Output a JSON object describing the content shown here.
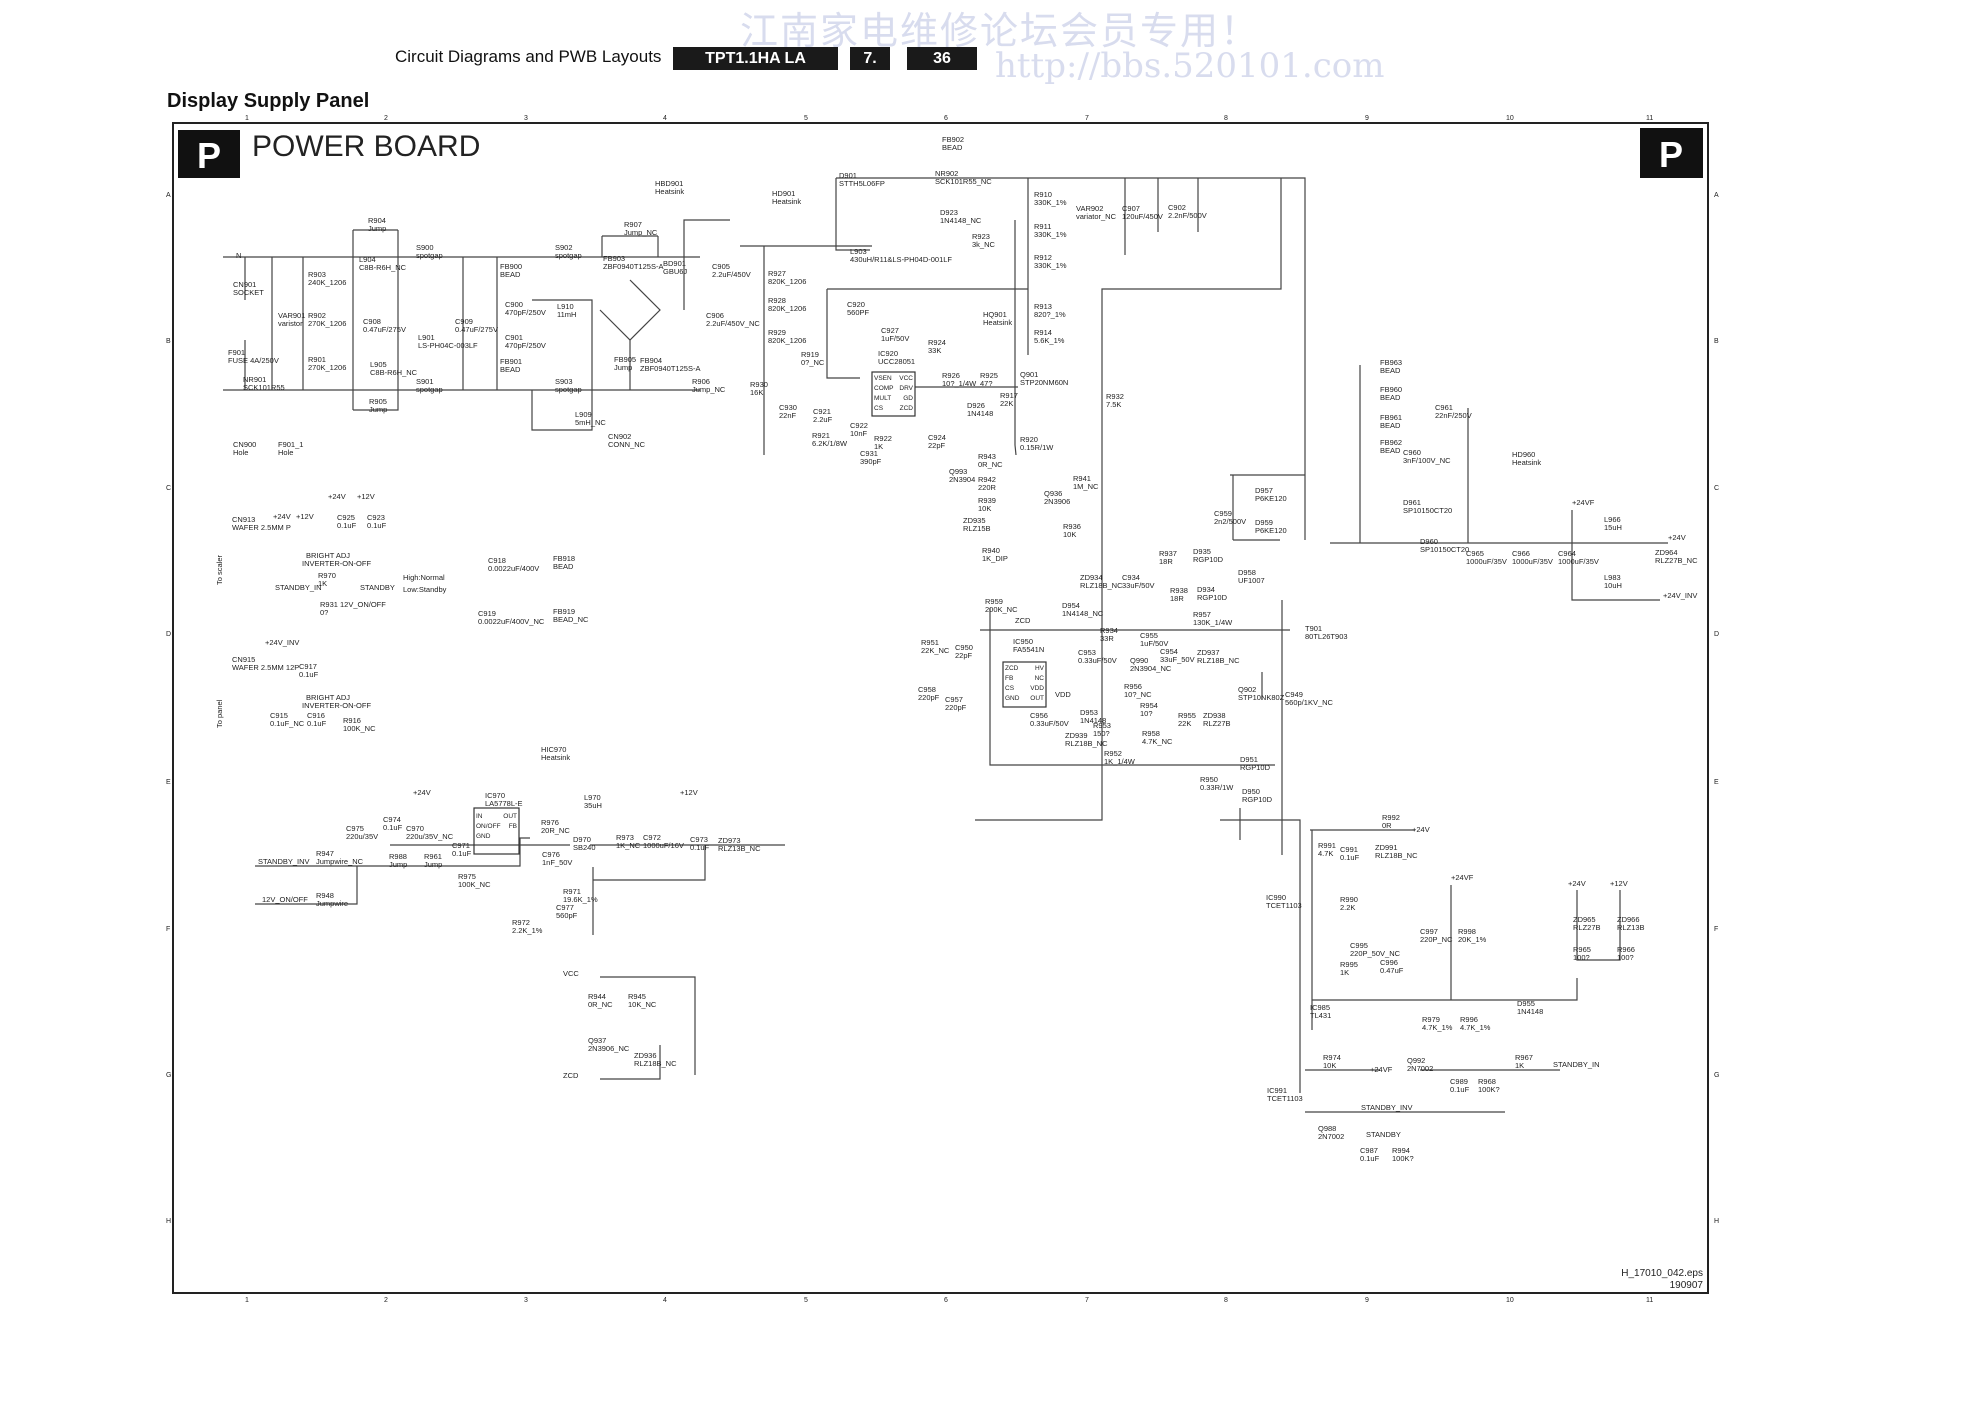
{
  "header": {
    "doc_section": "Circuit Diagrams and PWB Layouts",
    "model": "TPT1.1HA LA",
    "chapter": "7.",
    "page": "36"
  },
  "watermark": {
    "line1": "江南家电维修论坛会员专用！",
    "line2": "http://bbs.520101.com"
  },
  "section_title": "Display Supply Panel",
  "board": {
    "badge": "P",
    "title": "POWER BOARD",
    "file": "H_17010_042.eps",
    "date": "190907",
    "grid_columns": [
      "1",
      "2",
      "3",
      "4",
      "5",
      "6",
      "7",
      "8",
      "9",
      "10",
      "11"
    ],
    "grid_rows": [
      "A",
      "B",
      "C",
      "D",
      "E",
      "F",
      "G",
      "H"
    ]
  },
  "components": {
    "CN901": "SOCKET",
    "VAR901": "varistor",
    "R903": "240K_1206",
    "R902": "270K_1206",
    "R901": "270K_1206",
    "F901": "FUSE 4A/250V",
    "NR901": "SCK101R55",
    "R904": "Jump",
    "L904": "C8B-R6H_NC",
    "C908": "0.47uF/275V",
    "L901": "LS-PH04C-003LF",
    "S900": "spotgap",
    "L905": "C8B-R6H_NC",
    "R905": "Jump",
    "S901": "spotgap",
    "C909": "0.47uF/275V",
    "FB900": "BEAD",
    "C900": "470pF/250V",
    "C901": "470pF/250V",
    "FB901": "BEAD",
    "S902": "spotgap",
    "L910": "11mH",
    "S903": "spotgap",
    "L909": "5mH_NC",
    "FB905": "Jump",
    "CN902": "CONN_NC",
    "R907": "Jump_NC",
    "FB903": "ZBF0940T125S-A",
    "BD901": "GBU6J",
    "HBD901": "Heatsink",
    "FB904": "ZBF0940T125S-A",
    "R906": "Jump_NC",
    "CN900": "Hole",
    "F901_1": "Hole",
    "FB902": "BEAD",
    "D901": "STTH5L06FP",
    "NR902": "SCK101R55_NC",
    "HD901": "Heatsink",
    "L903": "430uH/R11&LS-PH04D-001LF",
    "D923": "1N4148_NC",
    "R923": "3k_NC",
    "C905": "2.2uF/450V",
    "R927": "820K_1206",
    "R928": "820K_1206",
    "R929": "820K_1206",
    "C906": "2.2uF/450V_NC",
    "C920": "560PF",
    "C927": "1uF/50V",
    "HQ901": "Heatsink",
    "R924": "33K",
    "R910": "330K_1%",
    "R911": "330K_1%",
    "R912": "330K_1%",
    "R913": "820?_1%",
    "R914": "5.6K_1%",
    "VAR902": "variator_NC",
    "C907": "120uF/450V",
    "C902": "2.2nF/500V",
    "R919": "0?_NC",
    "IC920": "UCC28051",
    "R926": "10?_1/4W",
    "R925": "47?",
    "D926": "1N4148",
    "Q901": "STP20NM60N",
    "R917": "22K",
    "R930": "16K",
    "C930": "22nF",
    "C921": "2.2uF",
    "R921": "6.2K/1/8W",
    "C922": "10nF",
    "R922": "1K",
    "C931": "390pF",
    "C924": "22pF",
    "R920": "0.15R/1W",
    "R932": "7.5K",
    "FB963": "BEAD",
    "FB960": "BEAD",
    "FB961": "BEAD",
    "FB962": "BEAD",
    "C961": "22nF/250V",
    "C960": "3nF/100V_NC",
    "HD960": "Heatsink",
    "D961": "SP10150CT20",
    "D960": "SP10150CT20",
    "C965": "1000uF/35V",
    "C966": "1000uF/35V",
    "C964": "1000uF/35V",
    "L966": "15uH",
    "ZD964": "RLZ27B_NC",
    "L983": "10uH",
    "R943": "0R_NC",
    "Q993": "2N3904",
    "R942": "220R",
    "R939": "10K",
    "ZD935": "RLZ15B",
    "R941": "1M_NC",
    "Q936": "2N3906",
    "R936": "10K",
    "R940": "1K_DIP",
    "R937": "18R",
    "D935": "RGP10D",
    "ZD934": "RLZ18B_NC",
    "C934": "33uF/50V",
    "R938": "18R",
    "D934": "RGP10D",
    "D957": "P6KE120",
    "C959": "2n2/500V",
    "D959": "P6KE120",
    "D958": "UF1007",
    "T901": "80TL26T903",
    "R959": "200K_NC",
    "D954": "1N4148_NC",
    "R957": "130K_1/4W",
    "R951": "22K_NC",
    "C950": "22pF",
    "R934": "33R",
    "C955": "1uF/50V",
    "C953": "0.33uF/50V",
    "C954": "33uF_50V",
    "ZD937": "RLZ18B_NC",
    "IC950": "FA5541N",
    "Q990": "2N3904_NC",
    "R956": "10?_NC",
    "Q902": "STP10NK80Z",
    "C949": "560p/1KV_NC",
    "C956": "0.33uF/50V",
    "D953": "1N4148",
    "R954": "10?",
    "R955": "22K",
    "ZD938": "RLZ27B",
    "R953": "150?",
    "R958": "4.7K_NC",
    "ZD939": "RLZ18B_NC",
    "R952": "1K_1/4W",
    "D951": "RGP10D",
    "R950": "0.33R/1W",
    "D950": "RGP10D",
    "C958": "220pF",
    "C957": "220pF",
    "CN913": "WAFER 2.5MM P",
    "C925": "0.1uF",
    "C923": "0.1uF",
    "R970": "1K",
    "R931": "0?",
    "C918": "0.0022uF/400V",
    "FB918": "BEAD",
    "C919": "0.0022uF/400V_NC",
    "FB919": "BEAD_NC",
    "CN915": "WAFER 2.5MM 12P",
    "C917": "0.1uF",
    "C915": "0.1uF_NC",
    "C916": "0.1uF",
    "R916": "100K_NC",
    "HIC970": "Heatsink",
    "IC970": "LA5778L-E",
    "C975": "220u/35V",
    "C974": "0.1uF",
    "C970": "220u/35V_NC",
    "C971": "0.1uF",
    "R947": "Jumpwire_NC",
    "R988": "Jump",
    "R961": "Jump",
    "R975": "100K_NC",
    "R948": "Jumpwire",
    "R976": "20R_NC",
    "D970": "SB240",
    "C976": "1nF_50V",
    "L970": "35uH",
    "R971": "19.6K_1%",
    "C977": "560pF",
    "R972": "2.2K_1%",
    "R973": "1K_NC",
    "C972": "1000uF/16V",
    "C973": "0.1uF",
    "ZD973": "RLZ13B_NC",
    "R944": "0R_NC",
    "R945": "10K_NC",
    "Q937": "2N3906_NC",
    "ZD936": "RLZ18B_NC",
    "R992": "0R",
    "R991": "4.7K",
    "C991": "0.1uF",
    "ZD991": "RLZ18B_NC",
    "IC990": "TCET1103",
    "R990": "2.2K",
    "C997": "220P_NC",
    "R998": "20K_1%",
    "ZD965": "RLZ27B",
    "ZD966": "RLZ13B",
    "R965": "100?",
    "R966": "100?",
    "C995": "220P_50V_NC",
    "R995": "1K",
    "C996": "0.47uF",
    "IC985": "TL431",
    "D955": "1N4148",
    "R979": "4.7K_1%",
    "R996": "4.7K_1%",
    "Q992": "2N7002",
    "R967": "1K",
    "C989": "0.1uF",
    "R968": "100K?",
    "R974": "10K",
    "IC991": "TCET1103",
    "Q988": "2N7002",
    "C987": "0.1uF",
    "R994": "100K?"
  },
  "ic_pins": {
    "IC920": [
      "VSEN",
      "VCC",
      "COMP",
      "DRV",
      "MULT",
      "GD",
      "CS",
      "ZCD"
    ],
    "IC950": [
      "ZCD",
      "HV",
      "FB",
      "NC",
      "CS",
      "VDD",
      "GND",
      "OUT"
    ],
    "IC970": [
      "IN",
      "OUT",
      "ON/OFF",
      "FB",
      "GND"
    ]
  },
  "net_labels": [
    "N",
    "+24V",
    "+12V",
    "+24V",
    "+12V",
    "BRIGHT ADJ",
    "INVERTER-ON-OFF",
    "STANDBY_IN",
    "STANDBY",
    "High:Normal",
    "Low:Standby",
    "12V_ON/OFF",
    "+24V_INV",
    "BRIGHT ADJ",
    "INVERTER-ON-OFF",
    "To scaler",
    "To panel",
    "+24V",
    "STANDBY_INV",
    "12V_ON/OFF",
    "+12V",
    "VCC",
    "ZCD",
    "ZCD",
    "VDD",
    "+24VF",
    "+24V",
    "+24V_INV",
    "+24V",
    "+24VF",
    "+24V",
    "+12V",
    "STANDBY_IN",
    "+24VF",
    "STANDBY_INV",
    "STANDBY"
  ]
}
